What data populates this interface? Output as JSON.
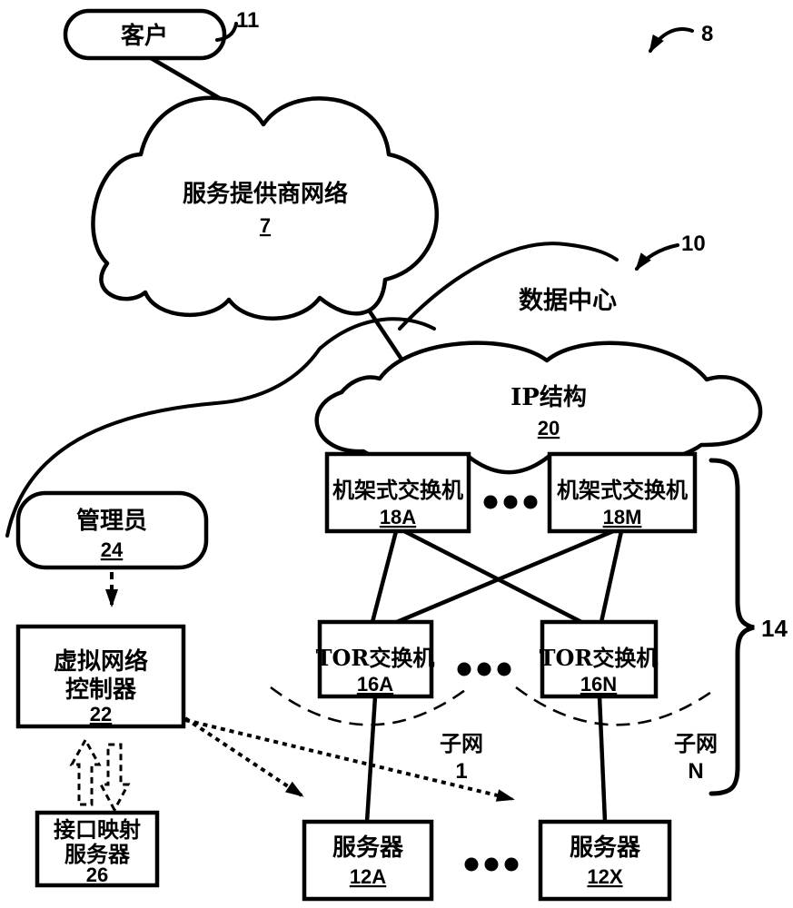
{
  "figure": {
    "figure_ref": "8",
    "nodes": {
      "client": {
        "label": "客户",
        "ref": "11"
      },
      "service_provider_network": {
        "label": "服务提供商网络",
        "ref": "7"
      },
      "data_center": {
        "label": "数据中心",
        "ref": "10"
      },
      "ip_fabric": {
        "label": "IP结构",
        "ref": "20"
      },
      "rack_switch_first": {
        "label": "机架式交换机",
        "ref": "18A"
      },
      "rack_switch_last": {
        "label": "机架式交换机",
        "ref": "18M"
      },
      "tor_switch_first": {
        "label": "TOR交换机",
        "ref": "16A"
      },
      "tor_switch_last": {
        "label": "TOR交换机",
        "ref": "16N"
      },
      "admin": {
        "label": "管理员",
        "ref": "24"
      },
      "virtual_network_controller": {
        "label_line1": "虚拟网络",
        "label_line2": "控制器",
        "ref": "22"
      },
      "interface_mapping_server": {
        "label_line1": "接口映射",
        "label_line2": "服务器",
        "ref": "26"
      },
      "server_first": {
        "label": "服务器",
        "ref": "12A"
      },
      "server_last": {
        "label": "服务器",
        "ref": "12X"
      }
    },
    "subnet_first": {
      "label": "子网",
      "ref": "1"
    },
    "subnet_last": {
      "label": "子网",
      "ref": "N"
    },
    "switch_group_ref": "14",
    "colors": {
      "ink": "#000000",
      "background": "#ffffff"
    }
  }
}
